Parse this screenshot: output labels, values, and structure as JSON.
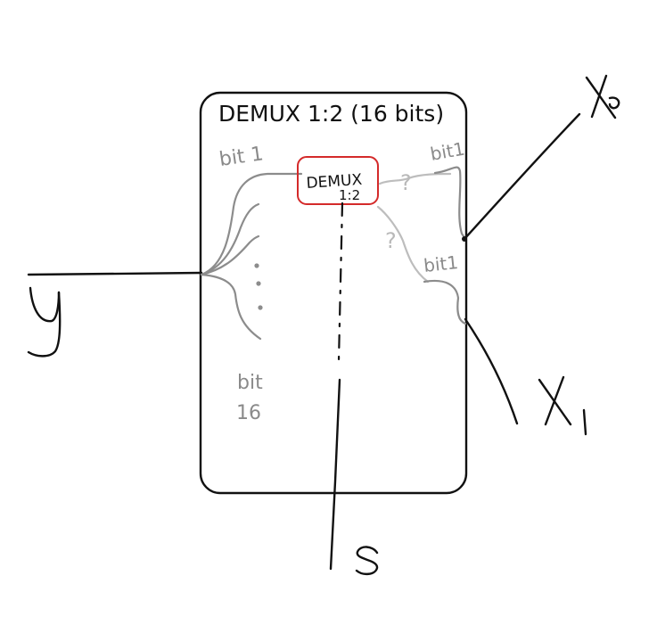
{
  "diagram": {
    "outer_block": {
      "title": "DEMUX 1:2 (16 bits)"
    },
    "inner_block": {
      "label_line1": "DEMUX",
      "label_line2": "1:2",
      "border_color": "#d42a2a"
    },
    "input": {
      "label": "y"
    },
    "select": {
      "label": "S"
    },
    "outputs": [
      {
        "label": "X",
        "subscript": "0"
      },
      {
        "label": "X",
        "subscript": "1"
      }
    ],
    "bit_labels": {
      "input_first": "bit 1",
      "input_last_line1": "bit",
      "input_last_line2": "16",
      "output_top": "bit1",
      "output_bottom": "bit1"
    },
    "uncertain_marks": [
      "?",
      "?"
    ],
    "colors": {
      "ink": "#111111",
      "gray_ink": "#8a8a8a",
      "light_ink": "#b9b9b9"
    }
  }
}
